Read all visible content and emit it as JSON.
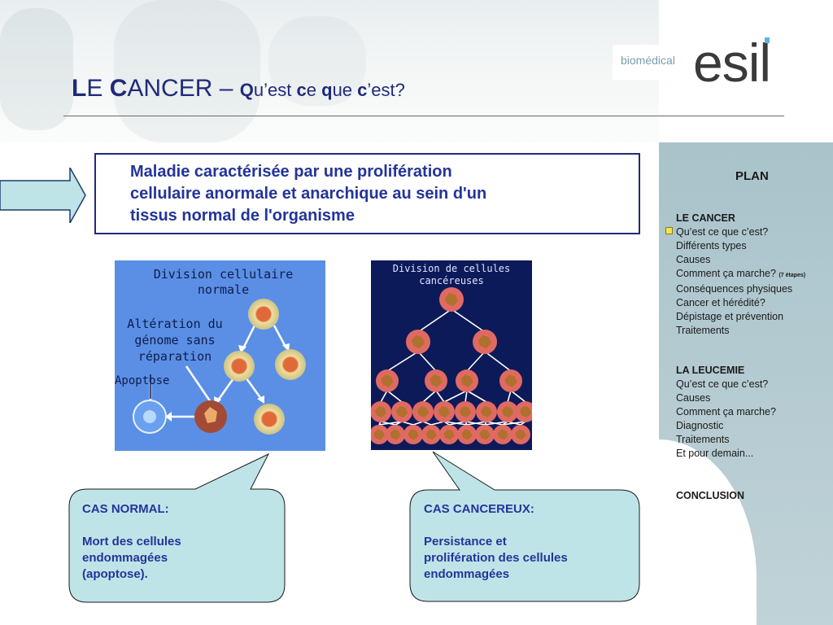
{
  "header": {
    "title_l": "L",
    "title_e": "E",
    "title_c": "C",
    "title_ancer": "ANCER",
    "title_dash": "–",
    "q1": "Q",
    "q1_rest": "u’est",
    "q2": "c",
    "q2_rest": "e",
    "q3": "q",
    "q3_rest": "ue",
    "q4": "c",
    "q4_rest": "’est?"
  },
  "logo": {
    "subtitle": "biomédical",
    "name": "esil"
  },
  "definition": {
    "line1": "Maladie caractérisée par une prolifération",
    "line2": "cellulaire anormale et anarchique au sein d'un",
    "line3": "tissus normal de l'organisme"
  },
  "images": {
    "normal": {
      "title_line1": "Division cellulaire",
      "title_line2": "normale",
      "alter_line1": "Altération du",
      "alter_line2": "génome sans",
      "alter_line3": "réparation",
      "apoptose": "Apoptose"
    },
    "cancer": {
      "title_line1": "Division de cellules",
      "title_line2": "cancéreuses"
    }
  },
  "callouts": {
    "normal": {
      "heading": "CAS NORMAL:",
      "line1": "Mort des cellules",
      "line2": "endommagées",
      "line3": "(apoptose)."
    },
    "cancer": {
      "heading": "CAS CANCEREUX:",
      "line1": "Persistance et",
      "line2": "prolifération des cellules",
      "line3": "endommagées"
    }
  },
  "plan": {
    "title": "PLAN",
    "section1": {
      "heading": "LE CANCER",
      "items": [
        "Qu’est ce que c’est?",
        "Différents types",
        "Causes",
        "Comment ça marche?",
        "Conséquences physiques",
        "Cancer et hérédité?",
        "Dépistage et prévention",
        "Traitements"
      ],
      "steps_note": "(7 étapes)"
    },
    "section2": {
      "heading": "LA LEUCEMIE",
      "items": [
        "Qu’est ce que c’est?",
        "Causes",
        "Comment ça marche?",
        "Diagnostic",
        "Traitements",
        "Et pour demain..."
      ]
    },
    "section3": {
      "heading": "CONCLUSION"
    }
  },
  "colors": {
    "title_blue": "#1f2a7a",
    "text_blue": "#23349a",
    "callout_fill": "#bfe4e8",
    "sidebar": "#b4cbd2"
  }
}
